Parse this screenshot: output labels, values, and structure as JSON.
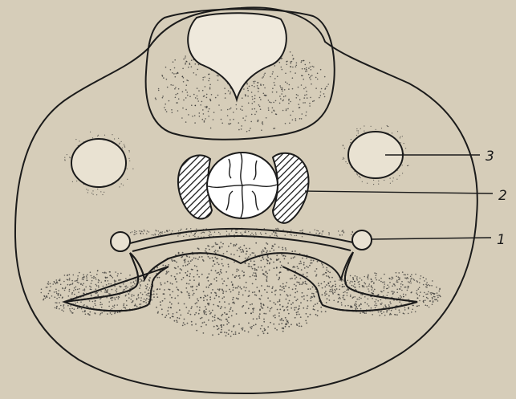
{
  "figure": {
    "background_color": "#d6cdb9",
    "ink_color": "#1b1b1b",
    "stipple_color": "#2a2a2a",
    "callouts": [
      {
        "id": "1",
        "text": "1",
        "target": "small-round-body-pair"
      },
      {
        "id": "2",
        "text": "2",
        "target": "central-hatched-structure"
      },
      {
        "id": "3",
        "text": "3",
        "target": "right-round-vessel"
      }
    ]
  }
}
